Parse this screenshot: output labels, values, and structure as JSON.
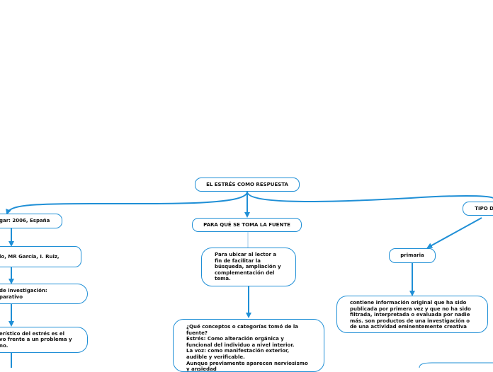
{
  "diagram": {
    "colors": {
      "line": "#1f8fd6",
      "border": "#1f8fd6",
      "text": "#111111"
    },
    "nodes": {
      "root": "EL ESTRÉS COMO RESPUESTA",
      "lugar": "gar: 2006, España",
      "autores": "lo, MR García, I. Ruiz,",
      "investigacion": "de investigación:\nparativo",
      "caracteristico": "erístico del estrés es el\nvo frente a un problema y\nno.",
      "para_que": "PARA QUÉ SE TOMA LA FUENTE",
      "para_ubicar": "Para ubicar al lector a\nfin de facilitar la\nbúsqueda, ampliación y\ncomplementación del\ntema.",
      "conceptos": "¿Qué conceptos o categorías tomó de la\nfuente?\nEstrés: Como alteración orgánica y\nfuncional del individuo a nivel interior.\nLa  voz: como manifestación exterior,\naudible y verificable.\nAunque previamente aparecen nerviosismo\ny ansiedad",
      "tipo": "TIPO D",
      "primaria": "primaria",
      "contiene": "contiene información original que ha sido\npublicada por primera vez y que no ha sido\nfiltrada, interpretada o evaluada por nadie\nmás. son productos de una investigación o\nde una actividad eminentemente creativa"
    }
  }
}
